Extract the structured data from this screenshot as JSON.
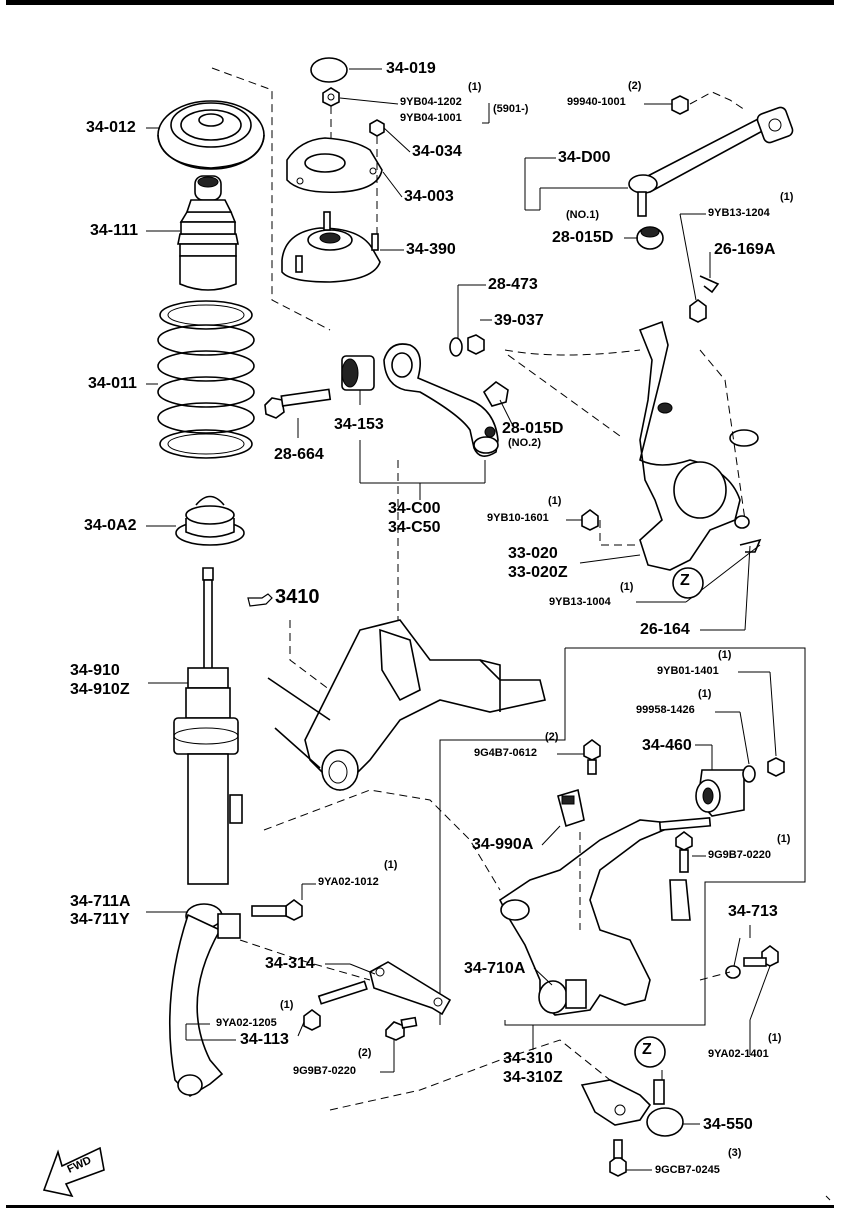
{
  "labels": {
    "p34_019": "34-019",
    "p9YB04_1202": "9YB04-1202",
    "p9YB04_1001": "9YB04-1001",
    "q_9YB04": "(1)",
    "p5901": "(5901-)",
    "p99940_1001": "99940-1001",
    "q_99940": "(2)",
    "p34_012": "34-012",
    "p34_034": "34-034",
    "p34_D00": "34-D00",
    "p34_003": "34-003",
    "p34_111": "34-111",
    "no1": "(NO.1)",
    "p28_015D_a": "28-015D",
    "p9YB13_1204": "9YB13-1204",
    "q_9YB13_1204": "(1)",
    "p34_390": "34-390",
    "p26_169A": "26-169A",
    "p28_473": "28-473",
    "p39_037": "39-037",
    "p34_011": "34-011",
    "p34_153": "34-153",
    "p28_015D_b": "28-015D",
    "no2": "(NO.2)",
    "p28_664": "28-664",
    "p34_C00": "34-C00",
    "p34_C50": "34-C50",
    "p9YB10_1601": "9YB10-1601",
    "q_9YB10": "(1)",
    "p34_0A2": "34-0A2",
    "p33_020": "33-020",
    "p33_020Z": "33-020Z",
    "p9YB13_1004": "9YB13-1004",
    "q_9YB13_1004": "(1)",
    "p3410": "3410",
    "p26_164": "26-164",
    "p9YB01_1401": "9YB01-1401",
    "q_9YB01": "(1)",
    "p99958_1426": "99958-1426",
    "q_99958": "(1)",
    "p34_910": "34-910",
    "p34_910Z": "34-910Z",
    "p9G4B7_0612": "9G4B7-0612",
    "q_9G4B7": "(2)",
    "p34_460": "34-460",
    "p34_990A": "34-990A",
    "p9G9B7_0220_a": "9G9B7-0220",
    "q_9G9B7_a": "(1)",
    "p9YA02_1012": "9YA02-1012",
    "q_9YA02_1012": "(1)",
    "p34_711A": "34-711A",
    "p34_711Y": "34-711Y",
    "p34_713": "34-713",
    "p34_314": "34-314",
    "p34_710A": "34-710A",
    "p9YA02_1205": "9YA02-1205",
    "q_9YA02_1205": "(1)",
    "p34_113": "34-113",
    "p9G9B7_0220_b": "9G9B7-0220",
    "q_9G9B7_b": "(2)",
    "p34_310": "34-310",
    "p34_310Z": "34-310Z",
    "p9YA02_1401": "9YA02-1401",
    "q_9YA02_1401": "(1)",
    "p34_550": "34-550",
    "p9GCB7_0245": "9GCB7-0245",
    "q_9GCB7": "(3)",
    "z_mark": "Z",
    "fwd": "FWD"
  },
  "icons": {
    "pointer": "pointing-hand-icon",
    "fwd_arrow": "fwd-arrow-icon",
    "z_marker": "z-reference-marker"
  }
}
